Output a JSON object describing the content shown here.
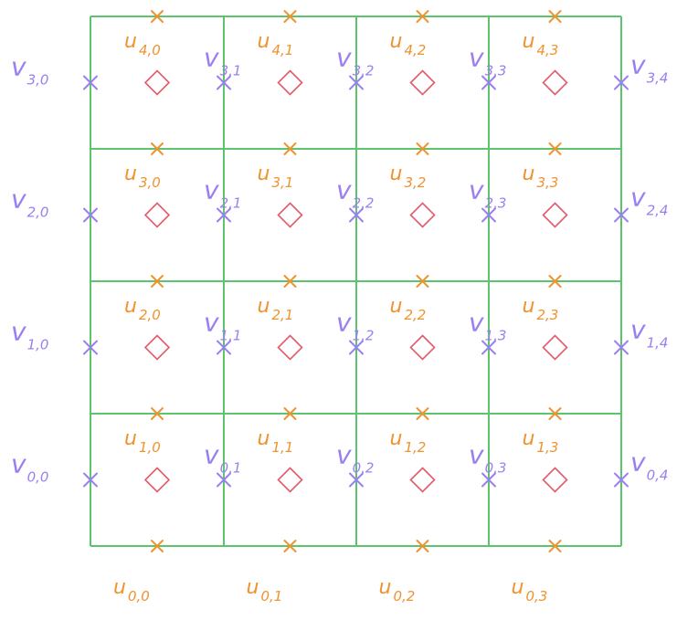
{
  "colors": {
    "grid": "#5cc46c",
    "u_marker": "#f0922e",
    "v_marker": "#9b7ff0",
    "cell_center": "#e55a6a"
  },
  "markers": {
    "u_symbol": "cross",
    "v_symbol": "cross",
    "cell_center_symbol": "diamond"
  },
  "grid": {
    "rows": 4,
    "cols": 4
  },
  "u_labels": [
    {
      "main": "u",
      "sub": "0,0"
    },
    {
      "main": "u",
      "sub": "0,1"
    },
    {
      "main": "u",
      "sub": "0,2"
    },
    {
      "main": "u",
      "sub": "0,3"
    },
    {
      "main": "u",
      "sub": "1,0"
    },
    {
      "main": "u",
      "sub": "1,1"
    },
    {
      "main": "u",
      "sub": "1,2"
    },
    {
      "main": "u",
      "sub": "1,3"
    },
    {
      "main": "u",
      "sub": "2,0"
    },
    {
      "main": "u",
      "sub": "2,1"
    },
    {
      "main": "u",
      "sub": "2,2"
    },
    {
      "main": "u",
      "sub": "2,3"
    },
    {
      "main": "u",
      "sub": "3,0"
    },
    {
      "main": "u",
      "sub": "3,1"
    },
    {
      "main": "u",
      "sub": "3,2"
    },
    {
      "main": "u",
      "sub": "3,3"
    },
    {
      "main": "u",
      "sub": "4,0"
    },
    {
      "main": "u",
      "sub": "4,1"
    },
    {
      "main": "u",
      "sub": "4,2"
    },
    {
      "main": "u",
      "sub": "4,3"
    }
  ],
  "v_labels": [
    {
      "main": "v",
      "sub": "0,0"
    },
    {
      "main": "v",
      "sub": "0,1"
    },
    {
      "main": "v",
      "sub": "0,2"
    },
    {
      "main": "v",
      "sub": "0,3"
    },
    {
      "main": "v",
      "sub": "0,4"
    },
    {
      "main": "v",
      "sub": "1,0"
    },
    {
      "main": "v",
      "sub": "1,1"
    },
    {
      "main": "v",
      "sub": "1,2"
    },
    {
      "main": "v",
      "sub": "1,3"
    },
    {
      "main": "v",
      "sub": "1,4"
    },
    {
      "main": "v",
      "sub": "2,0"
    },
    {
      "main": "v",
      "sub": "2,1"
    },
    {
      "main": "v",
      "sub": "2,2"
    },
    {
      "main": "v",
      "sub": "2,3"
    },
    {
      "main": "v",
      "sub": "2,4"
    },
    {
      "main": "v",
      "sub": "3,0"
    },
    {
      "main": "v",
      "sub": "3,1"
    },
    {
      "main": "v",
      "sub": "3,2"
    },
    {
      "main": "v",
      "sub": "3,3"
    },
    {
      "main": "v",
      "sub": "3,4"
    }
  ]
}
